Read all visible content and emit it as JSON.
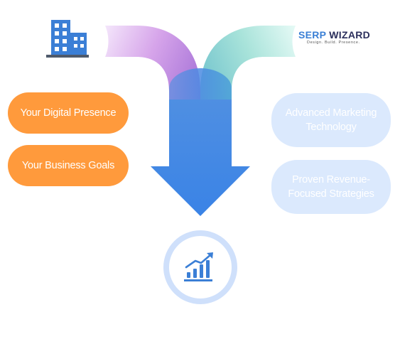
{
  "inputs_left": [
    {
      "label": "Your Digital Presence"
    },
    {
      "label": "Your Business Goals"
    }
  ],
  "inputs_right": [
    {
      "label": "Advanced Marketing Technology"
    },
    {
      "label": "Proven Revenue-Focused Strategies"
    }
  ],
  "logo": {
    "serp": "SERP",
    "wizard": "WIZARD",
    "tagline": "Design. Build. Presence."
  },
  "icons": {
    "source_left": "office-building-icon",
    "source_right": "serp-wizard-logo",
    "result": "growth-bar-chart-icon"
  },
  "colors": {
    "orange": "#ff9a3c",
    "light_blue": "#dbe9fd",
    "arrow_blue": "#3d85e0",
    "building_blue": "#3b7fd6",
    "building_grey": "#4f5a6b"
  }
}
